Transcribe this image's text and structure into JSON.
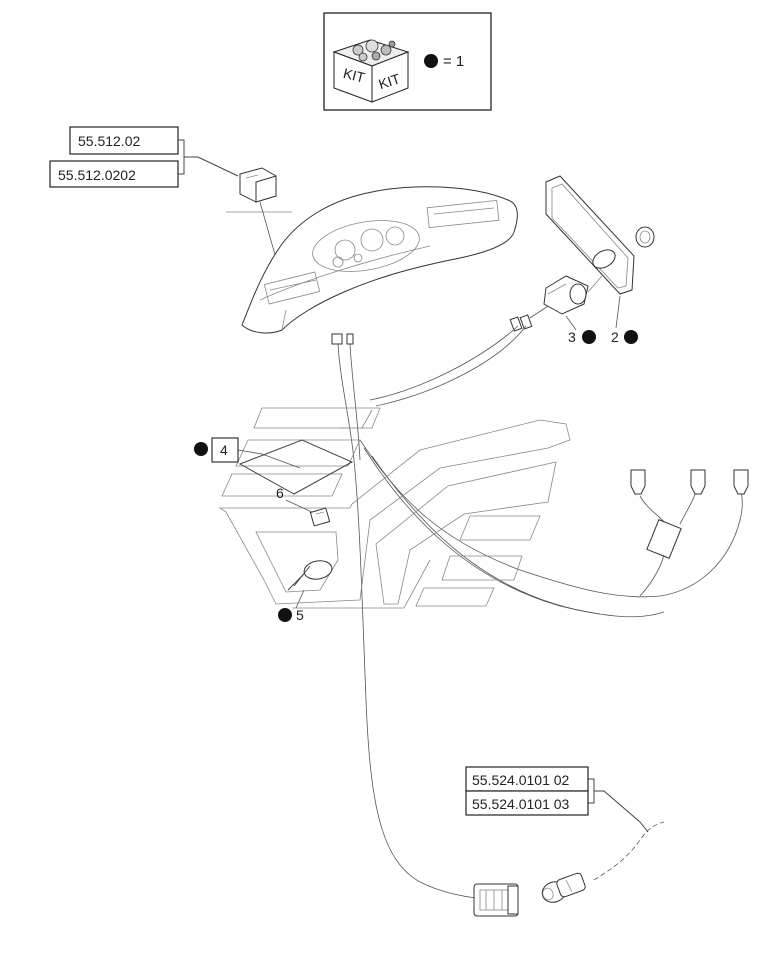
{
  "kit_legend": {
    "label_left": "KIT",
    "label_right": "KIT",
    "equation": "= 1"
  },
  "references": [
    {
      "id": "ref-55-512-02",
      "text": "55.512.02"
    },
    {
      "id": "ref-55-512-0202",
      "text": "55.512.0202"
    },
    {
      "id": "ref-55-524-0101-02",
      "text": "55.524.0101 02"
    },
    {
      "id": "ref-55-524-0101-03",
      "text": "55.524.0101 03"
    }
  ],
  "callouts": [
    {
      "id": "callout-2",
      "text": "2",
      "kit": true
    },
    {
      "id": "callout-3",
      "text": "3",
      "kit": true
    },
    {
      "id": "callout-4",
      "text": "4",
      "kit": true
    },
    {
      "id": "callout-5",
      "text": "5",
      "kit": true
    },
    {
      "id": "callout-6",
      "text": "6",
      "kit": false
    }
  ],
  "colors": {
    "line": "#333333",
    "dot": "#111111",
    "background": "#ffffff"
  }
}
